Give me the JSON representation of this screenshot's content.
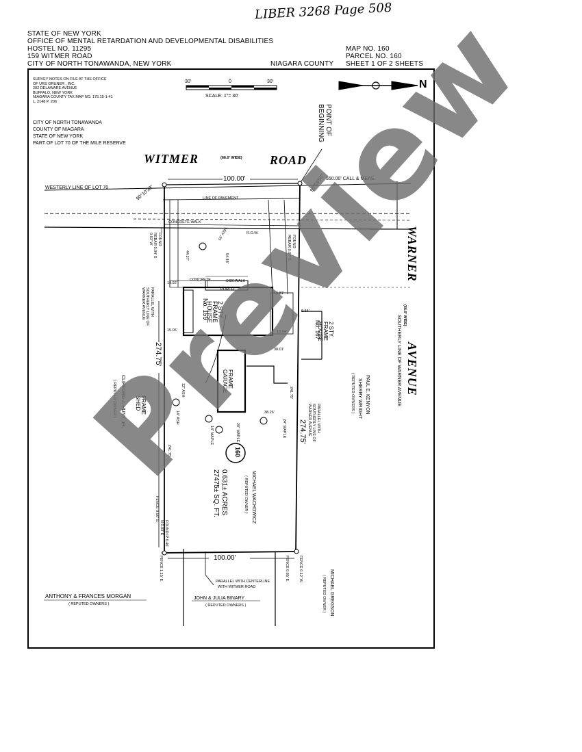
{
  "handwritten_note": "LIBER 3268 Page 508",
  "header": {
    "line1": "STATE OF NEW YORK",
    "line2": "OFFICE OF MENTAL RETARDATION AND DEVELOPMENTAL DISABILITIES",
    "line3": "HOSTEL NO. 11295",
    "line4": "159 WITMER ROAD",
    "line5": "CITY OF NORTH TONAWANDA, NEW YORK",
    "county": "NIAGARA COUNTY",
    "map_no": "MAP NO. 160",
    "parcel_no": "PARCEL NO. 160",
    "sheet": "SHEET 1 OF 2 SHEETS"
  },
  "survey_notes": [
    "SURVEY NOTES ON FILE AT THE OFFICE",
    "OF URS GRUNER , INC.",
    "282 DELAWARE AVENUE",
    "BUFFALO, NEW YORK",
    "NIAGARA COUNTY TAX MAP NO. 175.15-1-41",
    "L. 2148 P. 206"
  ],
  "scale": {
    "left": "30'",
    "mid": "0",
    "right": "30'",
    "label": "SCALE: 1\"= 30'"
  },
  "north_label": "N",
  "location": [
    "CITY OF NORTH TONAWANDA",
    "COUNTY OF NIAGARA",
    "STATE OF NEW YORK",
    "PART OF LOT 70 OF THE MILE RESERVE"
  ],
  "roads": {
    "witmer_1": "WITMER",
    "witmer_2": "ROAD",
    "witmer_width": "(66.0' WIDE)",
    "warner_1": "WARNER",
    "warner_2": "AVENUE",
    "warner_width": "(66.0' WIDE)"
  },
  "labels": {
    "point_of_beginning": "POINT OF BEGINNING",
    "westerly_line": "WESTERLY LINE OF LOT 70",
    "dim_top": "100.00'",
    "dim_bottom": "100.00'",
    "call_meas": "550.00' CALL & MEAS.",
    "angle_left": "90°10'38\"",
    "angle_right": "90°26'50\"",
    "line_of_pavement": "LINE OF PAVEMENT",
    "concrete_walk": "CONCRETE WALK",
    "row": "R.O.W.",
    "concrete": "CONCRETE",
    "sidewalk": "SIDEWALK",
    "porch": "PORCH",
    "house_no": "No. 159",
    "house_type": "2 STY. FRAME HOUSE",
    "garage": "FRAME GARAGE",
    "shed": "FRAME SHED",
    "neighbor_house": "2 STY. FRAME HOUSE",
    "neighbor_no": "No. 167",
    "side_left": "274.75'",
    "side_right": "274.75'",
    "area_1": "0.631± ACRES",
    "area_2": "27475± SQ. FT.",
    "parcel_circle": "160",
    "parallel_left": "PARALLEL WITH SOUTHERLY LINE OF WARNER AVENUE",
    "parallel_right": "PARALLEL WITH SOUTHERLY LINE OF WARNER AVENUE",
    "southerly_line": "SOUTHERLY LINE OF WARNER AVENUE",
    "parallel_bottom_1": "PARALLEL WITH CENTERLINE",
    "parallel_bottom_2": "WITH WITMER ROAD",
    "dim_13_92": "13.92'",
    "dim_19_81": "19.81'",
    "dim_15_06": "15.06'",
    "dim_18_64": "18.64'",
    "dim_38_01": "38.01'",
    "dim_38_26": "38.26'",
    "dim_9_64": "9.64'",
    "dim_44_27": "44.27'",
    "dim_54_48": "54.48'",
    "dim_241_75": "241.75'",
    "dim_241_75b": "241.75'",
    "ash_16": "16\" ASH",
    "ash_12": "12\" ASH",
    "ash_14": "14\" ASH",
    "maple_14": "14\" MAPLE",
    "maple_24": "24\" MAPLE",
    "maple_20": "20\" MAPLE",
    "fence_left": "FENCE 0.50' S.",
    "fence_bottom_left": "FENCE 1.15' E.",
    "fence_bottom_mid": "FENCE 0.65' E.",
    "fence_bottom_right": "FENCE 0.12' W.",
    "found_pin": "FOUND IP 0.46' N 0.03' E",
    "found_rebar": "FOUND REBAR 0.04' S 0.03' W",
    "found_rebar_r": "FOUND REBAR 0.07' S"
  },
  "owners": {
    "morgan": "ANTHONY & FRANCES MORGAN",
    "morgan_sub": "( REPUTED OWNERS )",
    "binary": "JOHN & JULIA BINARY",
    "binary_sub": "( REPUTED OWNERS )",
    "gregson": "MICHAEL GREGSON",
    "gregson_sub": "( REPUTED OWNER )",
    "hunt": "CLIFFORD J. HUNT, JR.",
    "hunt_sub": "( REPUTED OWNER )",
    "kenyon_1": "PAUL E. KENYON",
    "kenyon_2": "SHERRY WRIGHT",
    "kenyon_sub": "( REPUTED OWNERS )",
    "wachowicz": "MICHAEL WACHOWICZ",
    "wachowicz_sub": "( REPUTED OWNER )"
  },
  "watermark": "Preview"
}
